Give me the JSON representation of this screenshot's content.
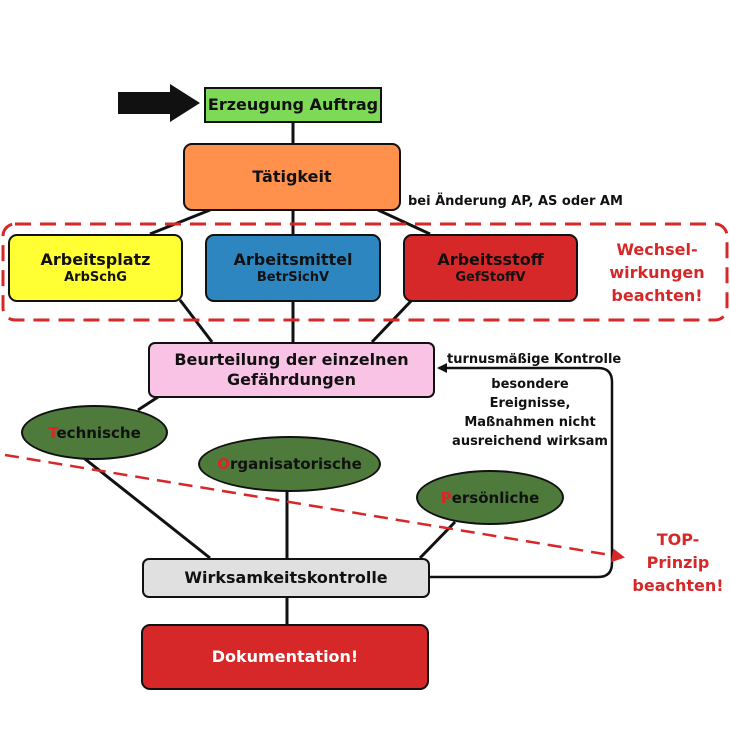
{
  "nodes": {
    "auftrag": {
      "label": "Erzeugung Auftrag",
      "color": "#7ed957"
    },
    "taetigkeit": {
      "label": "Tätigkeit",
      "color": "#ff914d"
    },
    "arbeitsplatz": {
      "title": "Arbeitsplatz",
      "subtitle": "ArbSchG",
      "color": "#ffff33"
    },
    "arbeitsmittel": {
      "title": "Arbeitsmittel",
      "subtitle": "BetrSichV",
      "color": "#2e86c1"
    },
    "arbeitsstoff": {
      "title": "Arbeitsstoff",
      "subtitle": "GefStoffV",
      "color": "#d62828"
    },
    "beurteilung": {
      "line1": "Beurteilung der einzelnen",
      "line2": "Gefährdungen",
      "color": "#f9c3e6"
    },
    "technische": {
      "first": "T",
      "rest": "echnische"
    },
    "organisatorische": {
      "first": "O",
      "rest": "rganisatorische"
    },
    "persoenliche": {
      "first": "P",
      "rest": "ersönliche"
    },
    "wirksamkeit": {
      "label": "Wirksamkeitskontrolle",
      "color": "#e0e0e0"
    },
    "dokumentation": {
      "label": "Dokumentation!",
      "color": "#d62828"
    }
  },
  "notes": {
    "aenderung": "bei Änderung AP, AS oder AM",
    "turnus": "turnusmäßige Kontrolle",
    "ereignisse_1": "besondere Ereignisse,",
    "ereignisse_2": "Maßnahmen nicht",
    "ereignisse_3": "ausreichend wirksam",
    "wechsel_1": "Wechsel-",
    "wechsel_2": "wirkungen",
    "wechsel_3": "beachten!",
    "top_1": "TOP-",
    "top_2": "Prinzip",
    "top_3": "beachten!"
  },
  "colors": {
    "accent_red": "#d62828",
    "ellipse_green": "#4e7a3c",
    "line": "#111111"
  }
}
